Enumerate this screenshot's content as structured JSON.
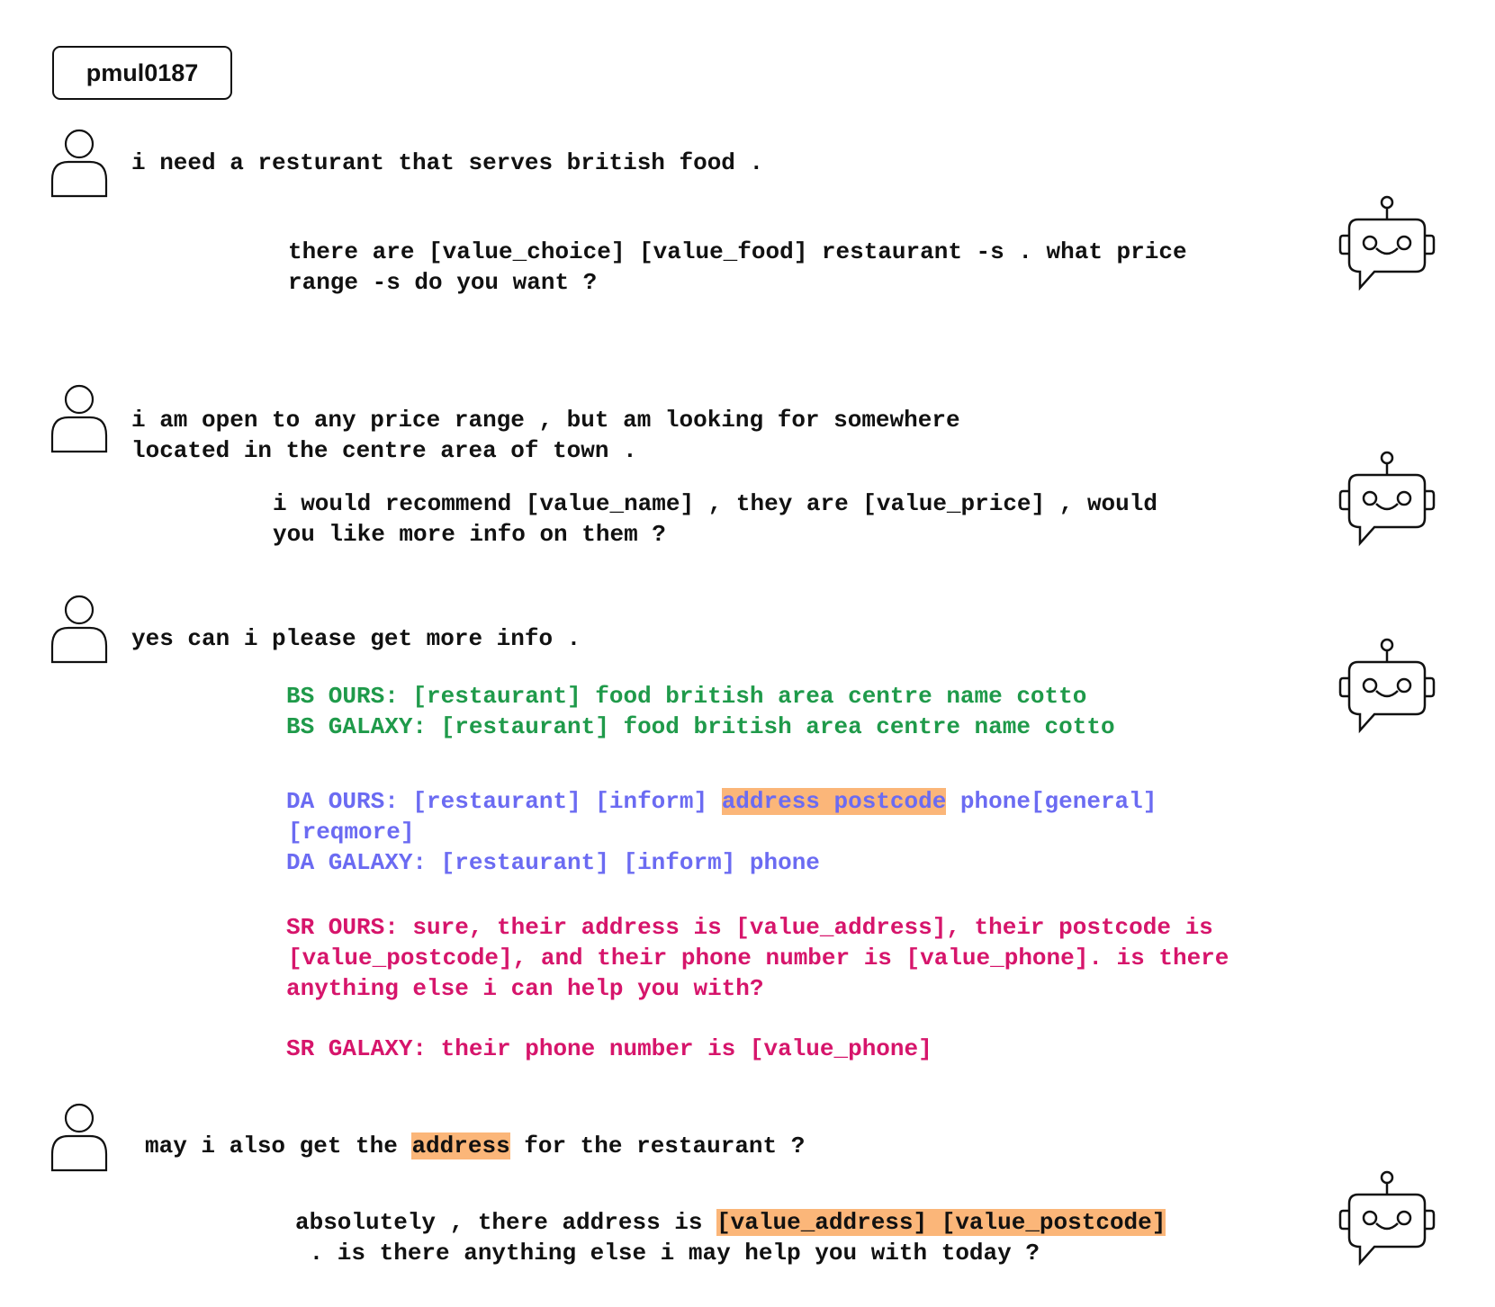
{
  "dialogue_id": "pmul0187",
  "turns": {
    "u1": "i need a resturant that serves british food .",
    "b1": [
      "there are [value_choice] [value_food] restaurant -s . what price",
      "range -s do you want ?"
    ],
    "u2": [
      "i am open to any price range , but am looking for somewhere",
      "located in the centre area of town ."
    ],
    "b2": [
      "i would recommend [value_name] , they are [value_price] , would",
      "you like more info on them ?"
    ],
    "u3": "yes can i please get more info .",
    "u4": {
      "pre": "may i also get the ",
      "highlight": "address",
      "post": " for the restaurant ?"
    },
    "b4": {
      "pre": "absolutely , there address is ",
      "highlight": "[value_address] [value_postcode]",
      "line2": " . is there anything else i may help you with today ?"
    }
  },
  "comparison": {
    "bs_ours": "BS OURS: [restaurant] food british area centre name cotto",
    "bs_galaxy": "BS GALAXY: [restaurant] food british area centre name cotto",
    "da_ours": {
      "pre": "DA OURS: [restaurant] [inform] ",
      "highlight": "address postcode",
      "post": " phone[general]",
      "line2": "[reqmore]"
    },
    "da_galaxy": "DA GALAXY: [restaurant] [inform] phone",
    "sr_ours": [
      "SR OURS: sure, their address is [value_address], their postcode is",
      "[value_postcode], and their phone number is [value_phone]. is there",
      "anything else i can help you with?"
    ],
    "sr_galaxy": "SR GALAXY: their phone number is [value_phone]"
  },
  "colors": {
    "bs": "#1f9a4a",
    "da": "#6b6bf2",
    "sr": "#d6156b",
    "highlight": "#fbb679"
  },
  "icons": {
    "user": "user-icon",
    "bot": "robot-icon"
  }
}
